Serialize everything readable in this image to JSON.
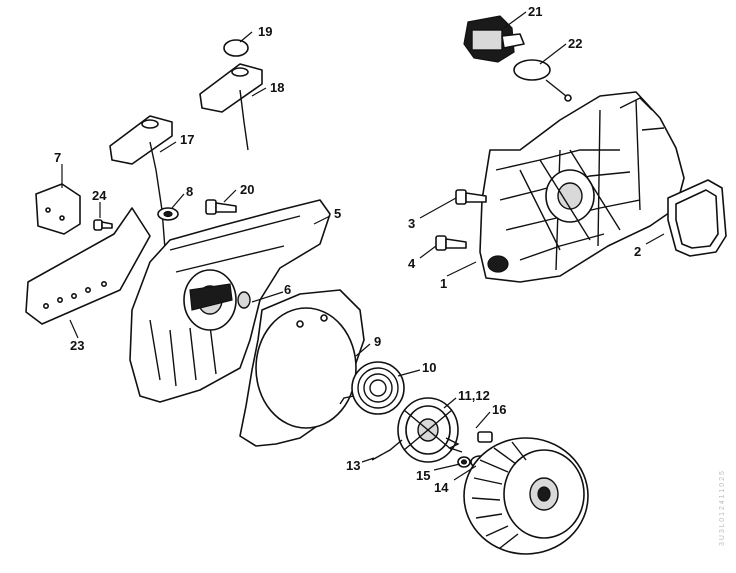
{
  "callouts": [
    "1",
    "2",
    "3",
    "4",
    "5",
    "6",
    "7",
    "8",
    "9",
    "10",
    "11,12",
    "13",
    "14",
    "15",
    "16",
    "17",
    "18",
    "19",
    "20",
    "21",
    "22",
    "23",
    "24"
  ],
  "watermark": "3 U 3 L 0 1 2 4 1 1 0 2 5"
}
